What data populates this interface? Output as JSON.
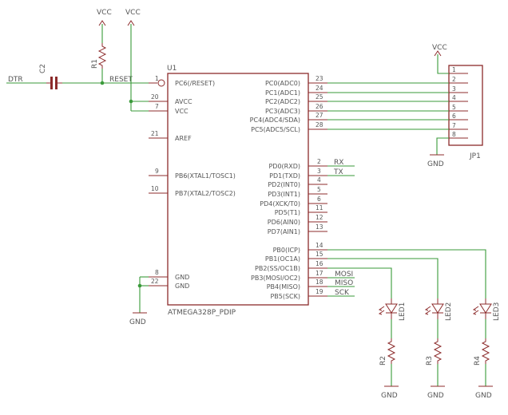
{
  "mcu": {
    "ref": "U1",
    "part": "ATMEGA328P_PDIP",
    "left_pins": [
      {
        "num": "1",
        "name": "PC6(/RESET)"
      },
      {
        "num": "20",
        "name": "AVCC"
      },
      {
        "num": "7",
        "name": "VCC"
      },
      {
        "num": "21",
        "name": "AREF"
      },
      {
        "num": "9",
        "name": "PB6(XTAL1/TOSC1)"
      },
      {
        "num": "10",
        "name": "PB7(XTAL2/TOSC2)"
      },
      {
        "num": "8",
        "name": "GND"
      },
      {
        "num": "22",
        "name": "GND"
      }
    ],
    "right_pins": [
      {
        "num": "23",
        "name": "PC0(ADC0)"
      },
      {
        "num": "24",
        "name": "PC1(ADC1)"
      },
      {
        "num": "25",
        "name": "PC2(ADC2)"
      },
      {
        "num": "26",
        "name": "PC3(ADC3)"
      },
      {
        "num": "27",
        "name": "PC4(ADC4/SDA)"
      },
      {
        "num": "28",
        "name": "PC5(ADC5/SCL)"
      },
      {
        "num": "2",
        "name": "PD0(RXD)"
      },
      {
        "num": "3",
        "name": "PD1(TXD)"
      },
      {
        "num": "4",
        "name": "PD2(INT0)"
      },
      {
        "num": "5",
        "name": "PD3(INT1)"
      },
      {
        "num": "6",
        "name": "PD4(XCK/T0)"
      },
      {
        "num": "11",
        "name": "PD5(T1)"
      },
      {
        "num": "12",
        "name": "PD6(AIN0)"
      },
      {
        "num": "13",
        "name": "PD7(AIN1)"
      },
      {
        "num": "14",
        "name": "PB0(ICP)"
      },
      {
        "num": "15",
        "name": "PB1(OC1A)"
      },
      {
        "num": "16",
        "name": "PB2(SS/OC1B)"
      },
      {
        "num": "17",
        "name": "PB3(MOSI/OC2)"
      },
      {
        "num": "18",
        "name": "PB4(MISO)"
      },
      {
        "num": "19",
        "name": "PB5(SCK)"
      }
    ]
  },
  "nets": {
    "dtr": "DTR",
    "reset": "RESET",
    "rx": "RX",
    "tx": "TX",
    "mosi": "MOSI",
    "miso": "MISO",
    "sck": "SCK"
  },
  "power": {
    "vcc": "VCC",
    "gnd": "GND"
  },
  "parts": {
    "c2": "C2",
    "r1": "R1",
    "r2": "R2",
    "r3": "R3",
    "r4": "R4",
    "led1": "LED1",
    "led2": "LED2",
    "led3": "LED3"
  },
  "header": {
    "ref": "JP1",
    "pins": [
      "1",
      "2",
      "3",
      "4",
      "5",
      "6",
      "7",
      "8"
    ]
  },
  "colors": {
    "wire": "#3a9a3a",
    "component": "#8c2b2b",
    "text": "#555555"
  }
}
